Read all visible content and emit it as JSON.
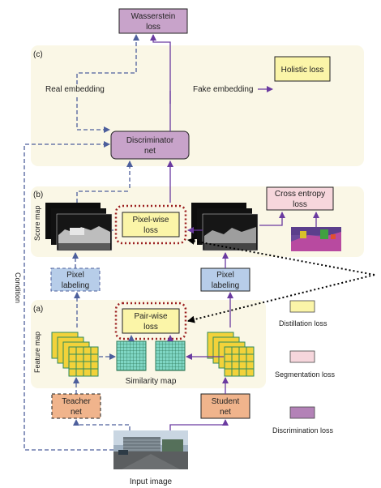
{
  "panels": {
    "c": "(c)",
    "b": "(b)",
    "a": "(a)"
  },
  "boxes": {
    "wasserstein": [
      "Wasserstein",
      "loss"
    ],
    "holistic": [
      "Holistic loss"
    ],
    "discriminator": [
      "Discriminator",
      "net"
    ],
    "cross_entropy": [
      "Cross entropy",
      "loss"
    ],
    "pixel_wise": [
      "Pixel-wise",
      "loss"
    ],
    "pixel_labeling_left": [
      "Pixel",
      "labeling"
    ],
    "pixel_labeling_right": [
      "Pixel",
      "labeling"
    ],
    "pair_wise": [
      "Pair-wise",
      "loss"
    ],
    "teacher": [
      "Teacher",
      "net"
    ],
    "student": [
      "Student",
      "net"
    ]
  },
  "labels": {
    "real_embedding": "Real embedding",
    "fake_embedding": "Fake embedding",
    "score_map": "Score map",
    "feature_map": "Feature map",
    "similarity_map": "Similarity map",
    "condition": "Condition",
    "input_image": "Input image"
  },
  "legend": [
    {
      "label": "Distillation loss",
      "color": "#fbf5a8"
    },
    {
      "label": "Segmentation loss",
      "color": "#f6d6dc"
    },
    {
      "label": "Discrimination loss",
      "color": "#b382b7"
    }
  ],
  "colors": {
    "panel_bg": "#faf7e6",
    "wasserstein": "#c8a3ca",
    "discriminator": "#c8a3ca",
    "holistic": "#fbf5a8",
    "pixel_wise": "#fbf5a8",
    "pair_wise": "#fbf5a8",
    "cross_entropy": "#f6d6dc",
    "pixel_labeling": "#b7cde9",
    "net": "#f0b48c",
    "arrow": "#6a3aa0",
    "dashed_arrow": "#4d5f9c",
    "dotted_red": "#9c2020"
  }
}
